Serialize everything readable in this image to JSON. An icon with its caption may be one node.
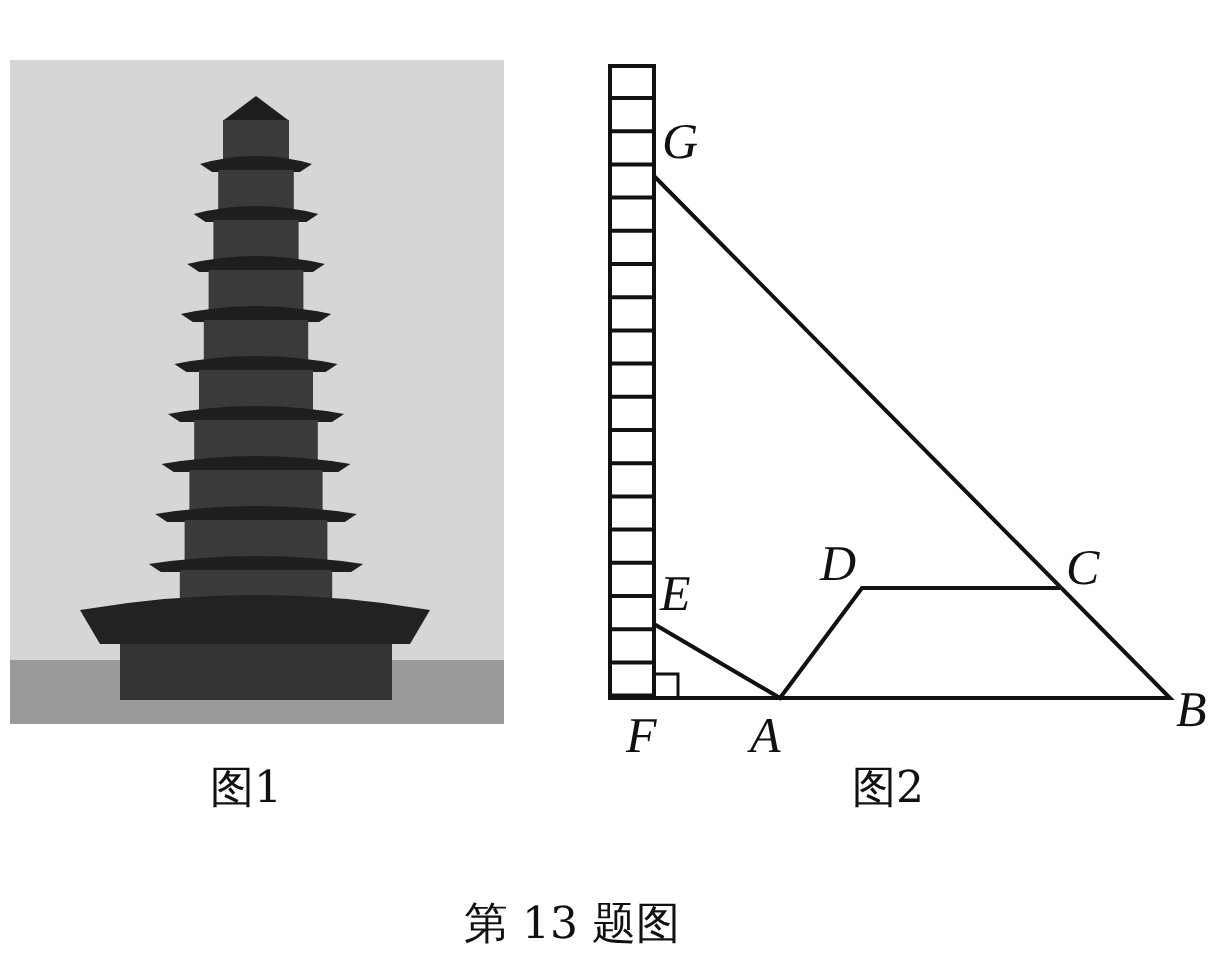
{
  "diagram": {
    "caption": "第 13 题图",
    "labels": [
      "图1",
      "G",
      "E",
      "D",
      "C",
      "F",
      "A",
      "B",
      "图2"
    ]
  }
}
